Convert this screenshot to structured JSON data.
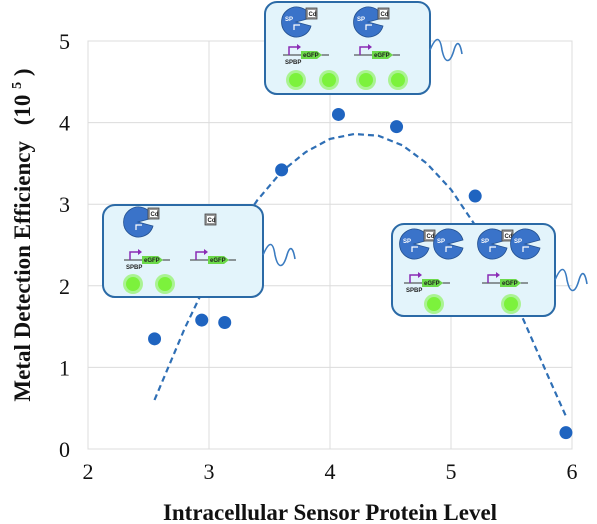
{
  "chart_data": {
    "type": "scatter",
    "title": "",
    "xlabel": "Intracellular Sensor Protein Level",
    "ylabel": "Metal Detection Efficiency",
    "ylabel_unit_base": "(10",
    "ylabel_unit_exp": "5",
    "ylabel_unit_close": ")",
    "xlim": [
      2,
      6
    ],
    "ylim": [
      0,
      5
    ],
    "xticks": [
      "2",
      "3",
      "4",
      "5",
      "6"
    ],
    "yticks": [
      "0",
      "1",
      "2",
      "3",
      "4",
      "5"
    ],
    "grid": true,
    "points": [
      {
        "x": 2.55,
        "y": 1.35
      },
      {
        "x": 2.94,
        "y": 1.58
      },
      {
        "x": 3.13,
        "y": 1.55
      },
      {
        "x": 3.6,
        "y": 3.42
      },
      {
        "x": 4.07,
        "y": 4.1
      },
      {
        "x": 4.55,
        "y": 3.95
      },
      {
        "x": 5.2,
        "y": 3.1
      },
      {
        "x": 5.95,
        "y": 0.2
      }
    ],
    "trendline": {
      "style": "dashed",
      "x": [
        2.55,
        2.8,
        3.0,
        3.2,
        3.4,
        3.6,
        3.8,
        4.0,
        4.2,
        4.4,
        4.6,
        4.8,
        5.0,
        5.2,
        5.4,
        5.6,
        5.8,
        5.95
      ],
      "y": [
        0.6,
        1.48,
        2.1,
        2.62,
        3.05,
        3.4,
        3.64,
        3.8,
        3.86,
        3.84,
        3.72,
        3.5,
        3.18,
        2.74,
        2.2,
        1.58,
        0.9,
        0.4
      ]
    },
    "point_color": "#1f64c0",
    "line_color": "#2f6fb5"
  },
  "insets": {
    "panel_fill": "#e3f4fb",
    "panel_stroke": "#2b6aa6",
    "protein_color": "#3a73c9",
    "gfp_color": "#6cd94a",
    "glow_color": "#7cf23c",
    "sensor_label": "SP",
    "metal_label": "Cd",
    "promoter_label": "SPBP",
    "reporter_label": "eGFP",
    "top": {
      "glow_count": 4
    },
    "left": {
      "glow_count": 2
    },
    "right": {
      "glow_count": 2
    }
  }
}
